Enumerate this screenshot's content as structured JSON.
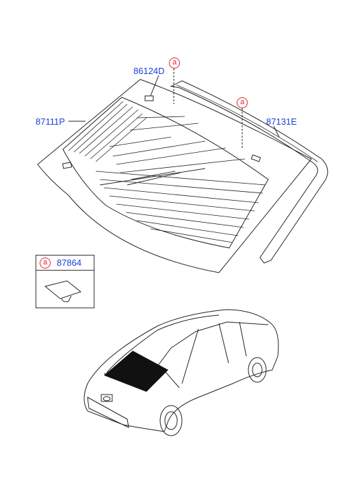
{
  "parts": {
    "p86124d": "86124D",
    "p87111p": "87111P",
    "p87131e": "87131E",
    "p87864": "87864"
  },
  "callout_marker": "a",
  "colors": {
    "label": "#1a3fd6",
    "callout": "#e0262b",
    "line": "#222222"
  }
}
